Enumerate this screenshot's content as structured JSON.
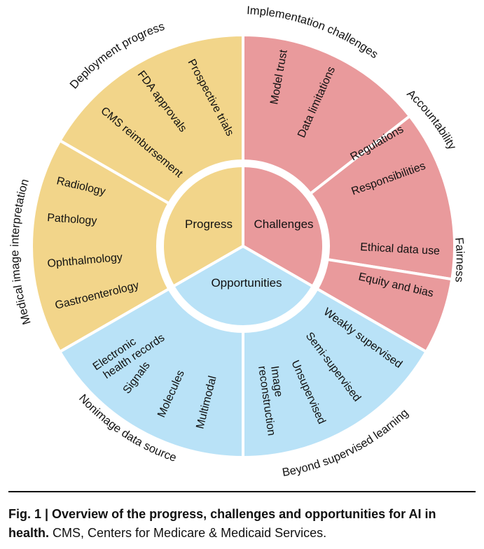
{
  "diagram": {
    "center": {
      "progress": "Progress",
      "challenges": "Challenges",
      "opportunities": "Opportunities"
    },
    "sectors": {
      "deployment": {
        "title": "Deployment progress",
        "items": [
          "Prospective trials",
          "FDA approvals",
          "CMS reimbursement"
        ]
      },
      "implementation": {
        "title": "Implementation challenges",
        "items": [
          "Model trust",
          "Data limitations"
        ]
      },
      "accountability": {
        "title": "Accountability",
        "items": [
          "Regulations",
          "Responsibilities"
        ]
      },
      "fairness": {
        "title": "Fairness",
        "items": [
          "Ethical data use",
          "Equity and bias"
        ]
      },
      "beyond": {
        "title": "Beyond supervised learning",
        "items": [
          "Weakly supervised",
          "Semi-supervised",
          "Unsupervised",
          "Image",
          "reconstruction"
        ]
      },
      "nonimage": {
        "title": "Nonimage data source",
        "items": [
          "Electronic",
          "health records",
          "Signals",
          "Molecules",
          "Multimodal"
        ]
      },
      "medical": {
        "title": "Medical image interpretation",
        "items": [
          "Radiology",
          "Pathology",
          "Ophthalmology",
          "Gastroenterology"
        ]
      }
    },
    "colors": {
      "progress": "#f2d58a",
      "challenges": "#e99a9c",
      "opportunities": "#b9e2f7"
    }
  },
  "caption": {
    "bold": "Fig. 1 | Overview of the progress, challenges and opportunities for AI in health.",
    "rest": " CMS, Centers for Medicare & Medicaid Services."
  }
}
